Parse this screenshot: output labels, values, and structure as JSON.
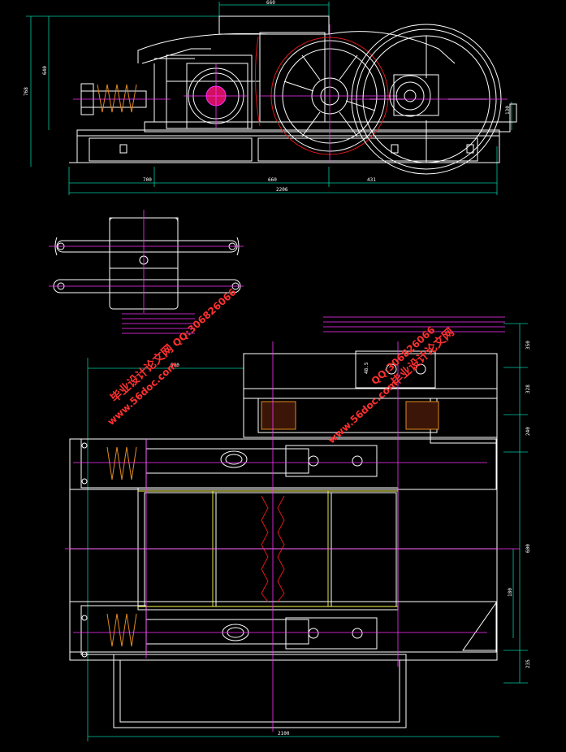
{
  "elevation_view": {
    "dimensions": {
      "top_width": "660",
      "left_height": "768",
      "left_height_inner": "640",
      "right_height": "130",
      "bottom_left": "700",
      "bottom_mid": "660",
      "bottom_right": "431",
      "total_length": "2206"
    }
  },
  "plan_view": {
    "dimensions": {
      "top_width": "900",
      "side_small": "48.5",
      "right_1": "350",
      "right_2": "328",
      "right_3": "240",
      "right_4": "600",
      "right_5": "180",
      "right_6": "235",
      "bottom_total": "2100"
    }
  },
  "watermark": {
    "site": "www.56doc.com",
    "brand": "毕业设计论文网",
    "qq": "QQ:306826066"
  },
  "colors": {
    "background": "#000000",
    "outline": "#ffffff",
    "centerline": "#ff33ff",
    "dimension": "#00c8a0",
    "hidden": "#ffff55",
    "watermark": "#ff3030"
  }
}
